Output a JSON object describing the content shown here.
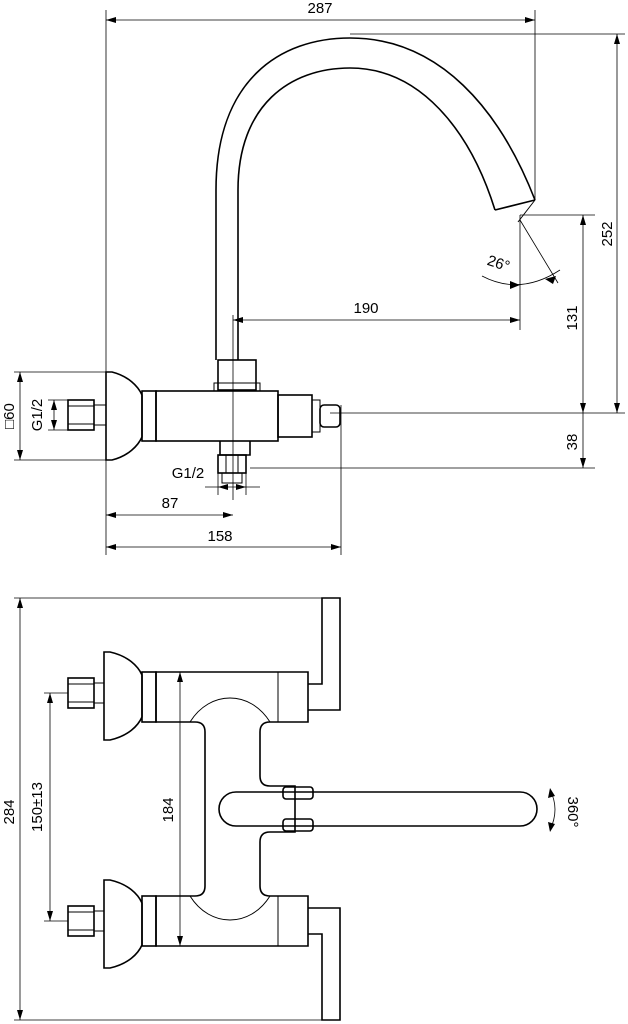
{
  "top_view": {
    "dim_width_total": "287",
    "dim_height_total": "252",
    "dim_spout_reach": "190",
    "dim_spout_height": "131",
    "dim_outlet_offset": "38",
    "dim_spout_angle": "26°",
    "dim_flange_size": "□60",
    "dim_thread_left": "G1/2",
    "dim_thread_bottom": "G1/2",
    "dim_axis_distance": "87",
    "dim_body_depth": "158"
  },
  "bottom_view": {
    "dim_height_total": "284",
    "dim_inlet_spacing": "150±13",
    "dim_body_height": "184",
    "dim_rotation": "360°"
  }
}
